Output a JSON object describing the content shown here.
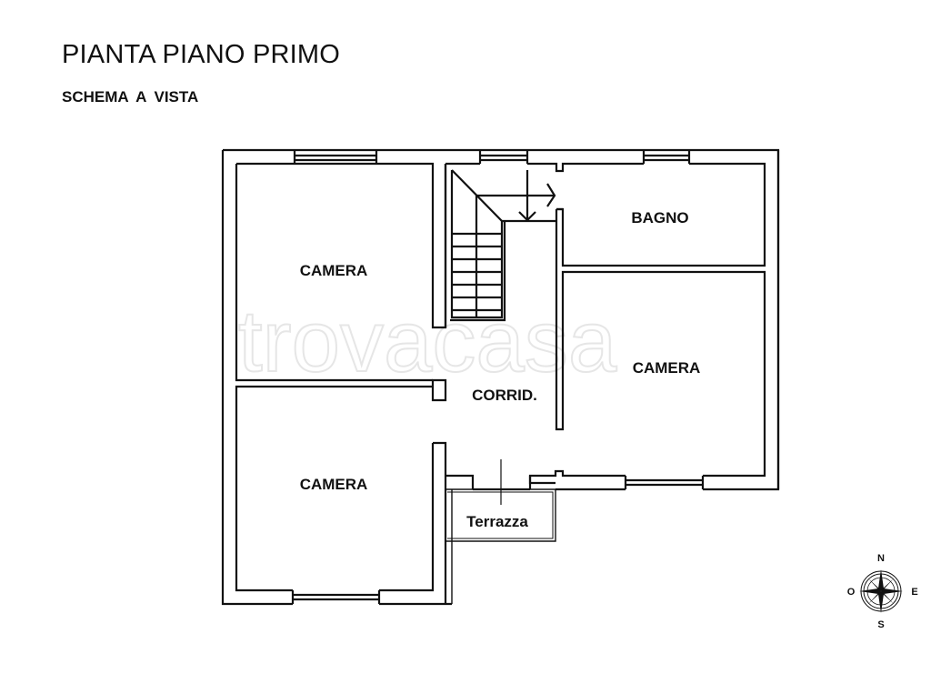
{
  "header": {
    "title": "PIANTA PIANO PRIMO",
    "subtitle": "SCHEMA  A  VISTA"
  },
  "rooms": [
    {
      "id": "camera-nw",
      "label": "CAMERA"
    },
    {
      "id": "bagno",
      "label": "BAGNO"
    },
    {
      "id": "camera-e",
      "label": "CAMERA"
    },
    {
      "id": "corrid",
      "label": "CORRID."
    },
    {
      "id": "camera-sw",
      "label": "CAMERA"
    },
    {
      "id": "terrazza",
      "label": "Terrazza"
    }
  ],
  "watermark": "trovacasa",
  "compass": {
    "north": "N",
    "south": "S",
    "east": "E",
    "west": "O"
  },
  "colors": {
    "wall": "#111111",
    "background": "#ffffff",
    "watermark": "#e6e6e6"
  }
}
